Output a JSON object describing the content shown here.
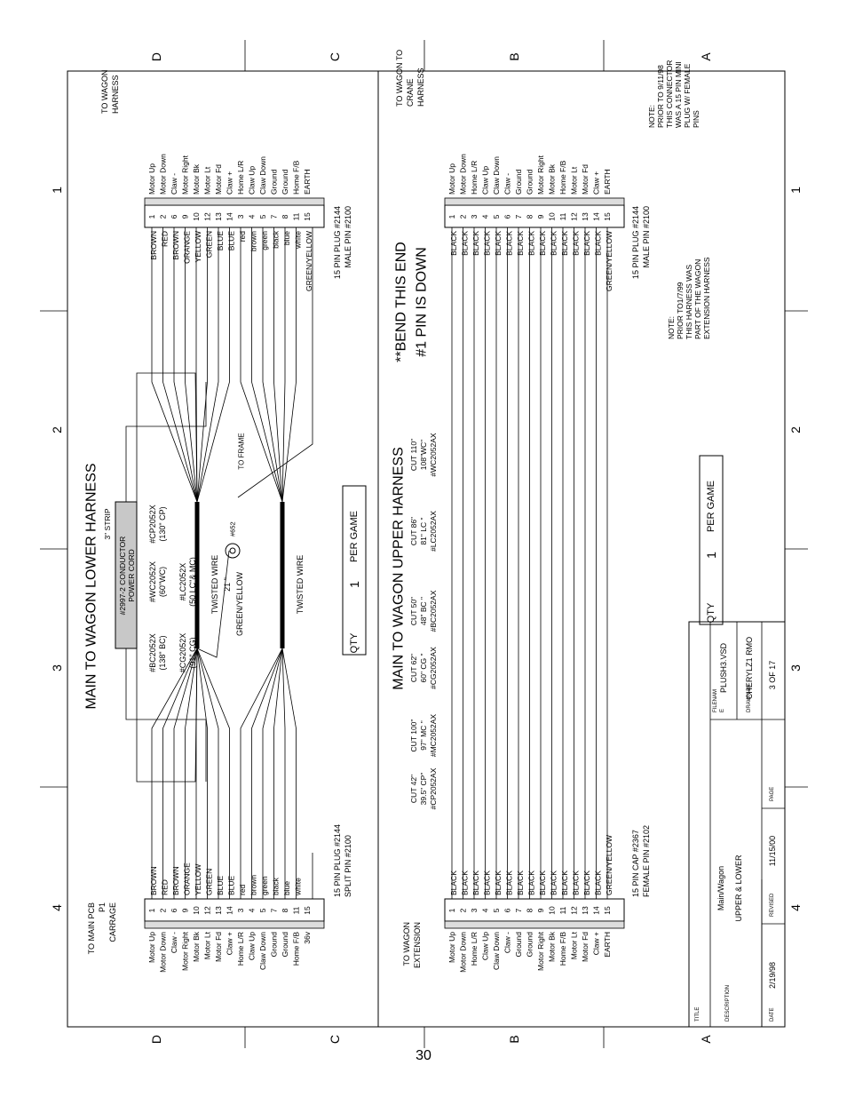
{
  "page_number": "30",
  "border": {
    "top_letters": [
      "D",
      "C",
      "B",
      "A"
    ],
    "bottom_letters": [
      "D",
      "C",
      "B",
      "A"
    ],
    "left_numbers": [
      "1",
      "2",
      "3",
      "4"
    ],
    "right_numbers": [
      "1",
      "2",
      "3",
      "4"
    ]
  },
  "lower": {
    "title": "MAIN TO WAGON LOWER HARNESS",
    "left_header": [
      "TO MAIN PCB",
      "P1",
      "CARRAGE"
    ],
    "right_header": [
      "TO WAGON",
      "HARNESS"
    ],
    "pins": [
      "1",
      "2",
      "6",
      "9",
      "10",
      "12",
      "13",
      "14",
      "3",
      "4",
      "5",
      "7",
      "8",
      "11",
      "15"
    ],
    "left_signals": [
      "Motor Up",
      "Motor Down",
      "Claw -",
      "Motor Right",
      "Motor Bk",
      "Motor Lt",
      "Motor Fd",
      "Claw +",
      "Home L/R",
      "Claw Up",
      "Claw Down",
      "Ground",
      "Ground",
      "Home F/B",
      "36v"
    ],
    "right_signals": [
      "Motor Up",
      "Motor Down",
      "Claw -",
      "Motor Right",
      "Motor Bk",
      "Motor Lt",
      "Motor Fd",
      "Claw +",
      "Home L/R",
      "Claw Up",
      "Claw Down",
      "Ground",
      "Ground",
      "Home F/B",
      "EARTH"
    ],
    "left_colors": [
      "BROWN",
      "RED",
      "BROWN",
      "ORANGE",
      "YELLOW",
      "GREEN",
      "BLUE",
      "BLUE",
      "red",
      "brown",
      "green",
      "black",
      "blue",
      "white",
      ""
    ],
    "right_colors": [
      "BROWN",
      "RED",
      "BROWN",
      "ORANGE",
      "YELLOW",
      "GREEN",
      "BLUE",
      "BLUE",
      "red",
      "brown",
      "green",
      "black",
      "blue",
      "white",
      "GREEN/YELLOW"
    ],
    "left_plug": [
      "15 PIN PLUG #2144",
      "SPLIT PIN #2100"
    ],
    "right_plug": [
      "15 PIN  PLUG #2144",
      "MALE PIN #2100"
    ],
    "cord": [
      "#2997-2 CONDUCTOR",
      "POWER CORD"
    ],
    "strip": "3\" STRIP",
    "parts": [
      [
        "#BC2052X",
        "(138\" BC)"
      ],
      [
        "#CG2052X",
        "(91\" CG)"
      ],
      [
        "#WC2052X",
        "(60\"WC)"
      ],
      [
        "#LC2052X",
        "(50 LC\"& MC)"
      ],
      [
        "#CP2052X",
        "(130\" CP)"
      ]
    ],
    "twisted1": "TWISTED WIRE",
    "twisted2": "TWISTED WIRE",
    "length": "21 \"",
    "gy": "GREEN/YELLOW",
    "ground_part": "#652",
    "to_frame": "TO FRAME",
    "qty": [
      "QTY",
      "1",
      "PER GAME"
    ]
  },
  "upper": {
    "title": "MAIN TO WAGON UPPER HARNESS",
    "left_header": [
      "TO WAGON",
      "EXTENSION"
    ],
    "right_header": [
      "TO WAGON TO",
      "CRANE",
      "HARNESS"
    ],
    "pins": [
      "1",
      "2",
      "3",
      "4",
      "5",
      "6",
      "7",
      "8",
      "9",
      "10",
      "11",
      "12",
      "13",
      "14",
      "15"
    ],
    "left_signals": [
      "Motor Up",
      "Motor Down",
      "Home L/R",
      "Claw Up",
      "Claw Down",
      "Claw -",
      "Ground",
      "Ground",
      "Motor Right",
      "Motor Bk",
      "Home F/B",
      "Motor Lt",
      "Motor Fd",
      "Claw +",
      "EARTH"
    ],
    "right_signals": [
      "Motor Up",
      "Motor Down",
      "Home L/R",
      "Claw Up",
      "Claw Down",
      "Claw -",
      "Ground",
      "Ground",
      "Motor Right",
      "Motor Bk",
      "Home F/B",
      "Motor Lt",
      "Motor Fd",
      "Claw +",
      "EARTH"
    ],
    "left_colors": [
      "BLACK",
      "BLACK",
      "BLACK",
      "BLACK",
      "BLACK",
      "BLACK",
      "BLACK",
      "BLACK",
      "BLACK",
      "BLACK",
      "BLACK",
      "BLACK",
      "BLACK",
      "BLACK",
      "GREEN/YELLOW"
    ],
    "right_colors": [
      "BLACK",
      "BLACK",
      "BLACK",
      "BLACK",
      "BLACK",
      "BLACK",
      "BLACK",
      "BLACK",
      "BLACK",
      "BLACK",
      "BLACK",
      "BLACK",
      "BLACK",
      "BLACK",
      "GREEN/YELLOW"
    ],
    "left_plug": [
      "15 PIN CAP #2367",
      "FEMALE PIN #2102"
    ],
    "right_plug": [
      "15 PIN  PLUG #2144",
      "MALE PIN #2100"
    ],
    "cuts": [
      [
        "CUT 42\"",
        "39.5\" CP\"",
        "#CP2052AX"
      ],
      [
        "CUT 100\"",
        "97\" MC \"",
        "#MC2052AX"
      ],
      [
        "CUT 62\"",
        "60\" CG \"",
        "#CG2052AX"
      ],
      [
        "CUT 50\"",
        "48\" BC \"",
        "#BC2052AX"
      ],
      [
        "CUT 86\"",
        "81\" LC \"",
        "#LC2052AX"
      ],
      [
        "CUT 110\"",
        "108\"WC\"",
        "#WC2052AX"
      ]
    ],
    "bend": [
      "**BEND THIS END",
      "#1 PIN IS DOWN"
    ],
    "note1": [
      "NOTE:",
      "PRIOR TO1/7/99",
      "THIS HARNESS WAS",
      "PART OF THE WAGON",
      "EXTENSION HARNESS"
    ],
    "note2": [
      "NOTE:",
      "PRIOR TO 9/11/98",
      "THIS CONNECTOR",
      "WAS A 15 PIN MINI",
      "PLUG W/ FEMALE",
      "PINS"
    ],
    "qty": [
      "QTY",
      "1",
      "PER GAME"
    ]
  },
  "title_block": {
    "title_label": "TITLE",
    "description_label": "DESCRIPTION",
    "description": [
      "Main/Wagon",
      "UPPER & LOWER"
    ],
    "date_label": "DATE",
    "date": "2/19/98",
    "revised_label": "REVISED",
    "revised": "11/15/00",
    "filename_label": [
      "FILENAM",
      "E"
    ],
    "filename": "PLUSH3.VSD",
    "drawn_label": "DRAWN BY",
    "drawn": "CHERYLZ1  RMO",
    "page_label": "PAGE",
    "page": "3 OF  17"
  }
}
